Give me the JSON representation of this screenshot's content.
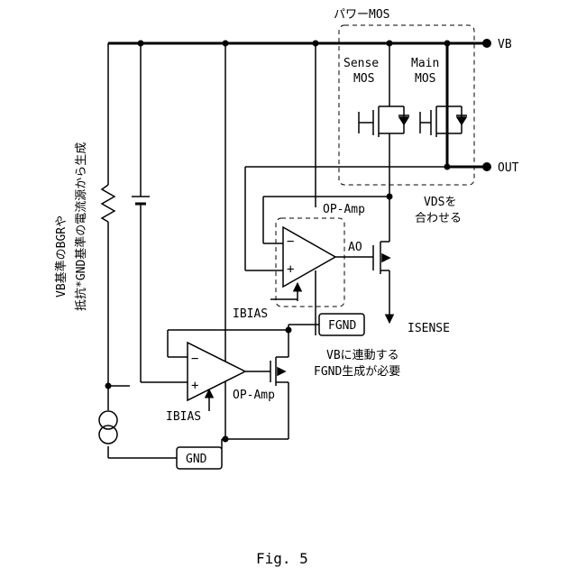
{
  "labels": {
    "power_mos": "パワーMOS",
    "sense": "Sense",
    "sense_mos": "MOS",
    "main": "Main",
    "main_mos": "MOS",
    "vb": "VB",
    "out": "OUT",
    "vds_line1": "VDSを",
    "vds_line2": "合わせる",
    "opamp_top": "OP-Amp",
    "ao": "AO",
    "ibias_top": "IBIAS",
    "fgnd": "FGND",
    "isense": "ISENSE",
    "vb_link_line1": "VBに連動する",
    "vb_link_line2": "FGND生成が必要",
    "opamp_bottom": "OP-Amp",
    "ibias_bottom": "IBIAS",
    "gnd": "GND",
    "vertical_line1": "VB基準のBGRや",
    "vertical_line2": "抵抗*GND基準の電流源から生成",
    "minus": "−",
    "plus": "+",
    "figure_caption": "Fig. 5"
  }
}
